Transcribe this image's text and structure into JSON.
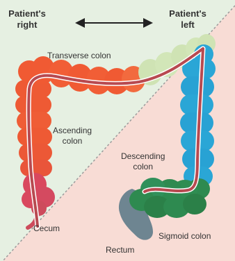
{
  "orientation": {
    "right_line1": "Patient's",
    "right_line2": "right",
    "left_line1": "Patient's",
    "left_line2": "left",
    "arrow_icon": "double-arrow-horizontal"
  },
  "labels": {
    "transverse": "Transverse colon",
    "ascending_line1": "Ascending",
    "ascending_line2": "colon",
    "descending_line1": "Descending",
    "descending_line2": "colon",
    "cecum": "Cecum",
    "rectum": "Rectum",
    "sigmoid": "Sigmoid colon"
  },
  "colors": {
    "background_left": "#e6f0e2",
    "background_right": "#f8dcd5",
    "divider": "#9a9a9a",
    "transverse_red": "#f05a33",
    "transverse_green": "#cfe3b4",
    "ascending": "#ee5a34",
    "cecum": "#d9485e",
    "descending": "#2aa6d6",
    "sigmoid": "#2e8a50",
    "rectum": "#6e8591",
    "lumen": "#b84a50",
    "lumen_outline": "#ffffff",
    "text": "#333333"
  }
}
